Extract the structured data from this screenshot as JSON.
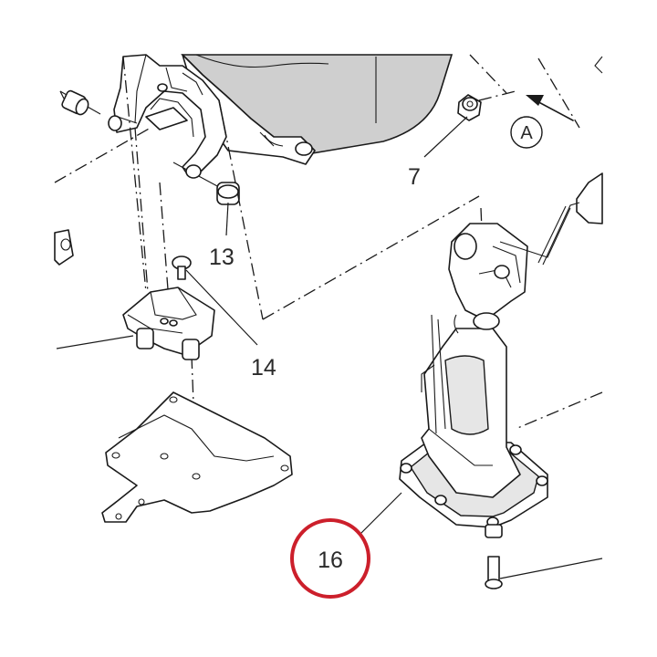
{
  "diagram": {
    "callouts": {
      "part_7": "7",
      "part_13": "13",
      "part_14": "14",
      "part_16": "16",
      "view_a": "A"
    },
    "highlight_color": "#cc1f2b",
    "line_color": "#1a1a1a",
    "shade_color": "#cfcfcf"
  }
}
